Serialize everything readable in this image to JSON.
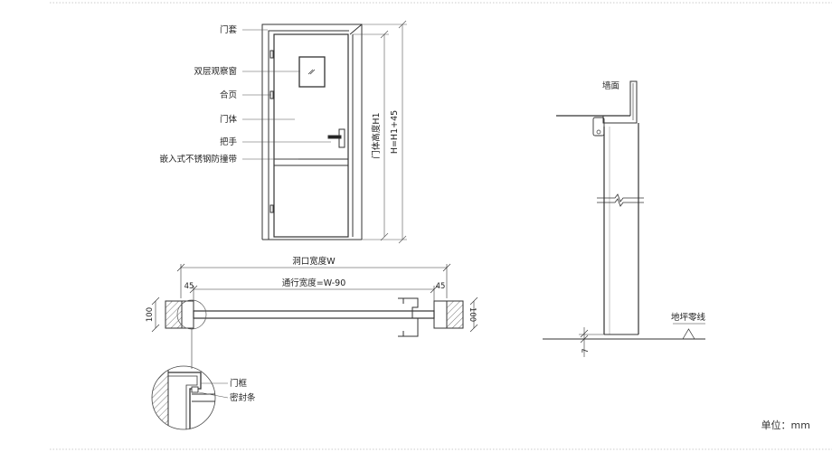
{
  "front_view": {
    "labels": {
      "door_casing": "门套",
      "observation_window": "双层观察窗",
      "hinge": "合页",
      "door_body": "门体",
      "handle": "把手",
      "bump_strip": "嵌入式不锈钢防撞带"
    },
    "dims": {
      "door_height": "门体高度H1",
      "total_height": "H=H1+45"
    }
  },
  "plan_view": {
    "opening_width": "洞口宽度W",
    "clear_width": "通行宽度=W-90",
    "left_45": "45",
    "right_45": "45",
    "left_100": "100",
    "right_100": "100"
  },
  "detail_view": {
    "frame": "门框",
    "seal": "密封条"
  },
  "section_view": {
    "wall": "墙面",
    "floor_line": "地坪零线",
    "gap": "7"
  },
  "unit_label": "单位：mm"
}
